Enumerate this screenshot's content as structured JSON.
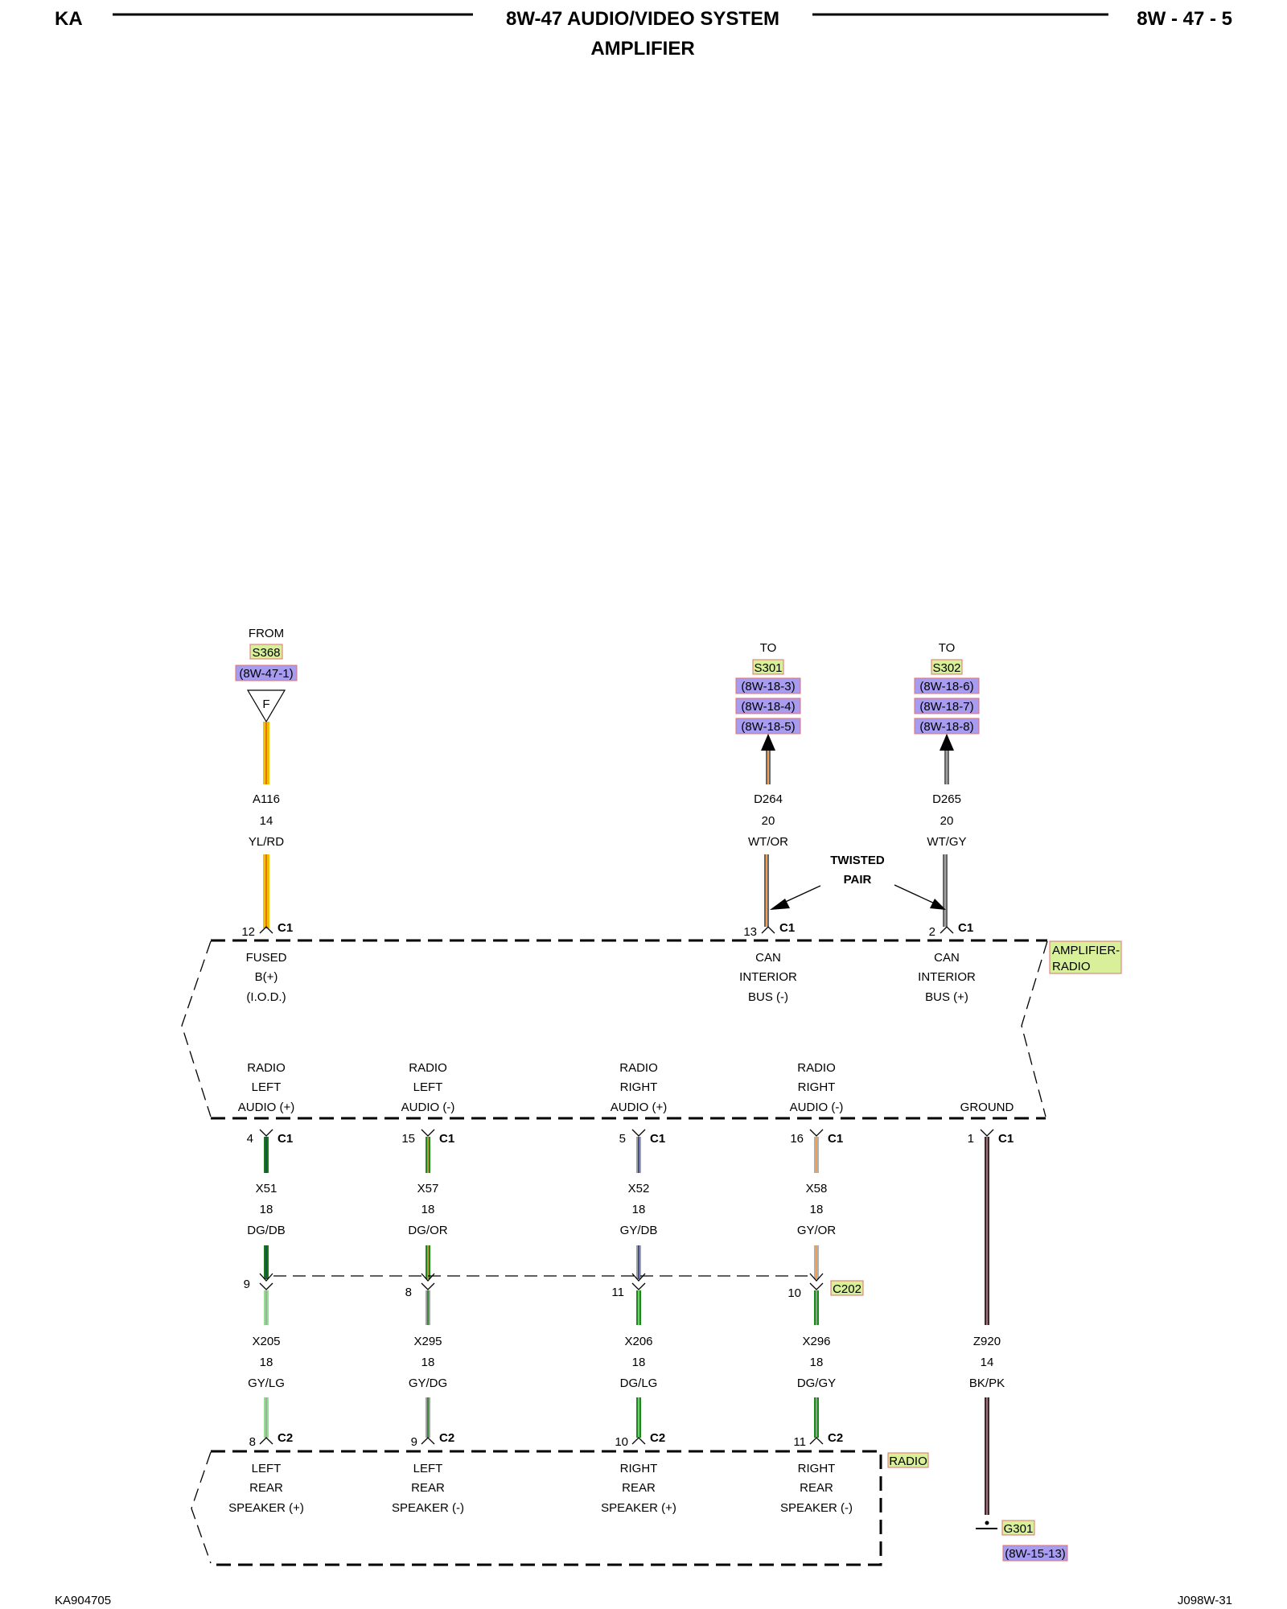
{
  "header": {
    "left": "KA",
    "title": "8W-47 AUDIO/VIDEO SYSTEM",
    "subtitle": "AMPLIFIER",
    "page": "8W - 47 - 5"
  },
  "footer": {
    "left": "KA904705",
    "right": "J098W-31"
  },
  "colors": {
    "tag_yellow": "#d9f09a",
    "tag_blue": "#a79cf0",
    "tag_border": "#e07070"
  },
  "sources": {
    "s368": {
      "dir": "FROM",
      "tag": "S368",
      "refs": [
        "(8W-47-1)"
      ],
      "fuse": "F"
    },
    "s301": {
      "dir": "TO",
      "tag": "S301",
      "refs": [
        "(8W-18-3)",
        "(8W-18-4)",
        "(8W-18-5)"
      ]
    },
    "s302": {
      "dir": "TO",
      "tag": "S302",
      "refs": [
        "(8W-18-6)",
        "(8W-18-7)",
        "(8W-18-8)"
      ]
    }
  },
  "twisted_pair": [
    "TWISTED",
    "PAIR"
  ],
  "upper_wires": [
    {
      "circuit": "A116",
      "gauge": "14",
      "color": "YL/RD",
      "pin": "12",
      "conn": "C1",
      "func": [
        "FUSED",
        "B(+)",
        "(I.O.D.)"
      ]
    },
    {
      "circuit": "D264",
      "gauge": "20",
      "color": "WT/OR",
      "pin": "13",
      "conn": "C1",
      "func": [
        "CAN",
        "INTERIOR",
        "BUS (-)"
      ]
    },
    {
      "circuit": "D265",
      "gauge": "20",
      "color": "WT/GY",
      "pin": "2",
      "conn": "C1",
      "func": [
        "CAN",
        "INTERIOR",
        "BUS (+)"
      ]
    }
  ],
  "amp_label": [
    "AMPLIFIER-",
    "RADIO"
  ],
  "lower_funcs": [
    [
      "RADIO",
      "LEFT",
      "AUDIO (+)"
    ],
    [
      "RADIO",
      "LEFT",
      "AUDIO (-)"
    ],
    [
      "RADIO",
      "RIGHT",
      "AUDIO (+)"
    ],
    [
      "RADIO",
      "RIGHT",
      "AUDIO (-)"
    ],
    [
      "GROUND"
    ]
  ],
  "amp_out": [
    {
      "pin": "4",
      "conn": "C1",
      "circuit": "X51",
      "gauge": "18",
      "color": "DG/DB"
    },
    {
      "pin": "15",
      "conn": "C1",
      "circuit": "X57",
      "gauge": "18",
      "color": "DG/OR"
    },
    {
      "pin": "5",
      "conn": "C1",
      "circuit": "X52",
      "gauge": "18",
      "color": "GY/DB"
    },
    {
      "pin": "16",
      "conn": "C1",
      "circuit": "X58",
      "gauge": "18",
      "color": "GY/OR"
    },
    {
      "pin": "1",
      "conn": "C1",
      "circuit": "Z920",
      "gauge": "14",
      "color": "BK/PK"
    }
  ],
  "c202": {
    "label": "C202",
    "pins": [
      "9",
      "8",
      "11",
      "10"
    ]
  },
  "speaker_wires": [
    {
      "circuit": "X205",
      "gauge": "18",
      "color": "GY/LG",
      "pin": "8",
      "conn": "C2",
      "func": [
        "LEFT",
        "REAR",
        "SPEAKER (+)"
      ]
    },
    {
      "circuit": "X295",
      "gauge": "18",
      "color": "GY/DG",
      "pin": "9",
      "conn": "C2",
      "func": [
        "LEFT",
        "REAR",
        "SPEAKER (-)"
      ]
    },
    {
      "circuit": "X206",
      "gauge": "18",
      "color": "DG/LG",
      "pin": "10",
      "conn": "C2",
      "func": [
        "RIGHT",
        "REAR",
        "SPEAKER (+)"
      ]
    },
    {
      "circuit": "X296",
      "gauge": "18",
      "color": "DG/GY",
      "pin": "11",
      "conn": "C2",
      "func": [
        "RIGHT",
        "REAR",
        "SPEAKER (-)"
      ]
    }
  ],
  "radio_label": "RADIO",
  "ground": {
    "tag": "G301",
    "ref": "(8W-15-13)"
  }
}
